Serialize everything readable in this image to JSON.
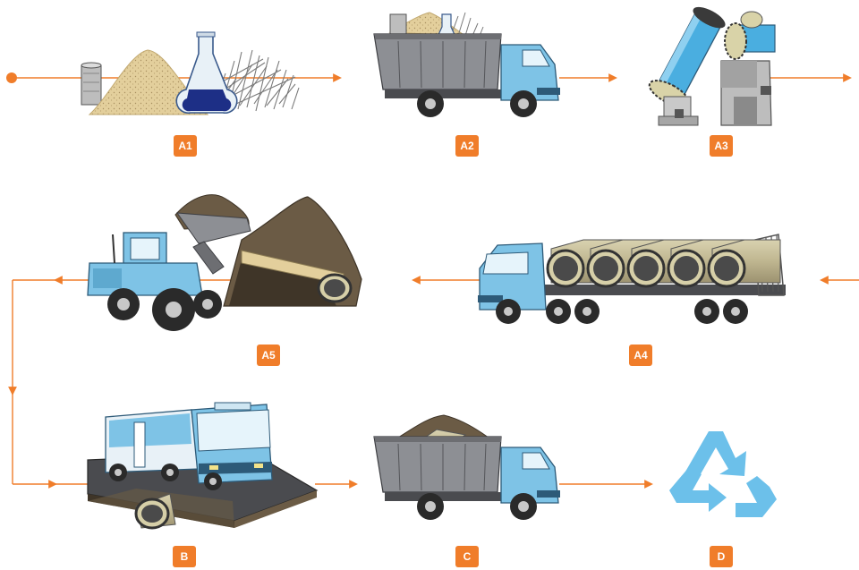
{
  "stages": [
    {
      "id": "a1",
      "label": "A1",
      "illustration": "raw-materials-sand-fibers-chemical-flask"
    },
    {
      "id": "a2",
      "label": "A2",
      "illustration": "dump-truck-transporting-materials"
    },
    {
      "id": "a3",
      "label": "A3",
      "illustration": "pipe-manufacturing-machinery"
    },
    {
      "id": "a4",
      "label": "A4",
      "illustration": "flatbed-truck-carrying-pipes"
    },
    {
      "id": "a5",
      "label": "A5",
      "illustration": "wheel-loader-installing-pipe-in-trench"
    },
    {
      "id": "b",
      "label": "B",
      "illustration": "bus-on-road-above-buried-pipe"
    },
    {
      "id": "c",
      "label": "C",
      "illustration": "dump-truck-removing-old-pipe"
    },
    {
      "id": "d",
      "label": "D",
      "illustration": "recycling-symbol"
    }
  ],
  "colors": {
    "accent": "#f07d2a",
    "vehicle_blue": "#7ec3e6",
    "recycle_blue": "#6cc0ea",
    "sand": "#e3cf9c",
    "earth": "#6b5b45"
  }
}
